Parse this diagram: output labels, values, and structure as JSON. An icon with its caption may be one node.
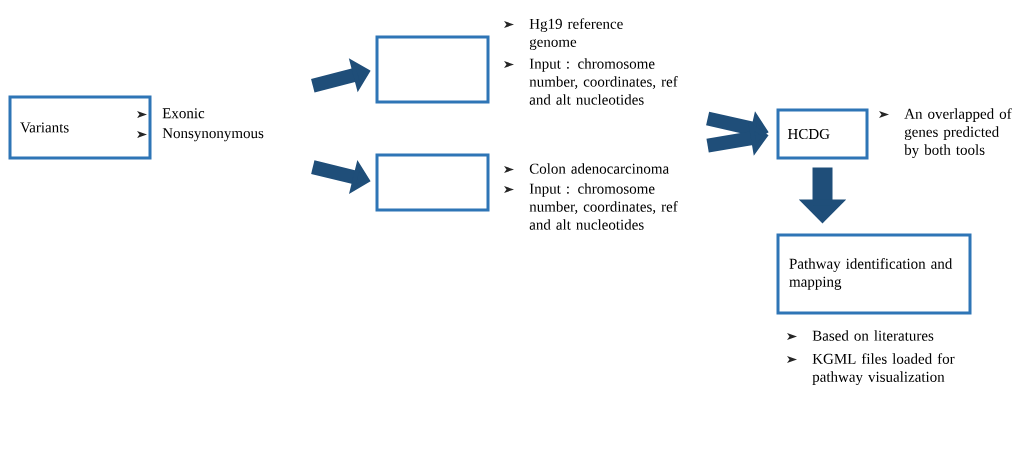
{
  "diagram": {
    "nodes": [
      {
        "text": [
          "Variants"
        ],
        "beside": [
          "Exonic",
          "Nonsynonymous"
        ]
      },
      {
        "text": [],
        "shape": "box",
        "beside": [
          "Hg19 reference genome",
          "Input : chromosome number, coordinates, ref and alt nucleotides"
        ]
      },
      {
        "text": [],
        "shape": "box",
        "beside": [
          "Colon adenocarcinoma",
          "Input : chromosome number, coordinates, ref and alt nucleotides"
        ]
      },
      {
        "text": [
          "HCDG"
        ],
        "beside": [
          "An overlapped of genes predicted by both tools"
        ]
      },
      {
        "text": [
          "Pathway identification and mapping"
        ],
        "beside": [
          "Based on literatures",
          "KGML files loaded for pathway visualization"
        ]
      }
    ],
    "edges": [
      {
        "from": 0,
        "to": 1,
        "arrow": "to"
      },
      {
        "from": 0,
        "to": 2,
        "arrow": "to"
      },
      {
        "from": 1,
        "to": 3,
        "arrow": "to"
      },
      {
        "from": 2,
        "to": 3,
        "arrow": "to"
      },
      {
        "from": 3,
        "to": 4,
        "arrow": "to"
      }
    ]
  }
}
